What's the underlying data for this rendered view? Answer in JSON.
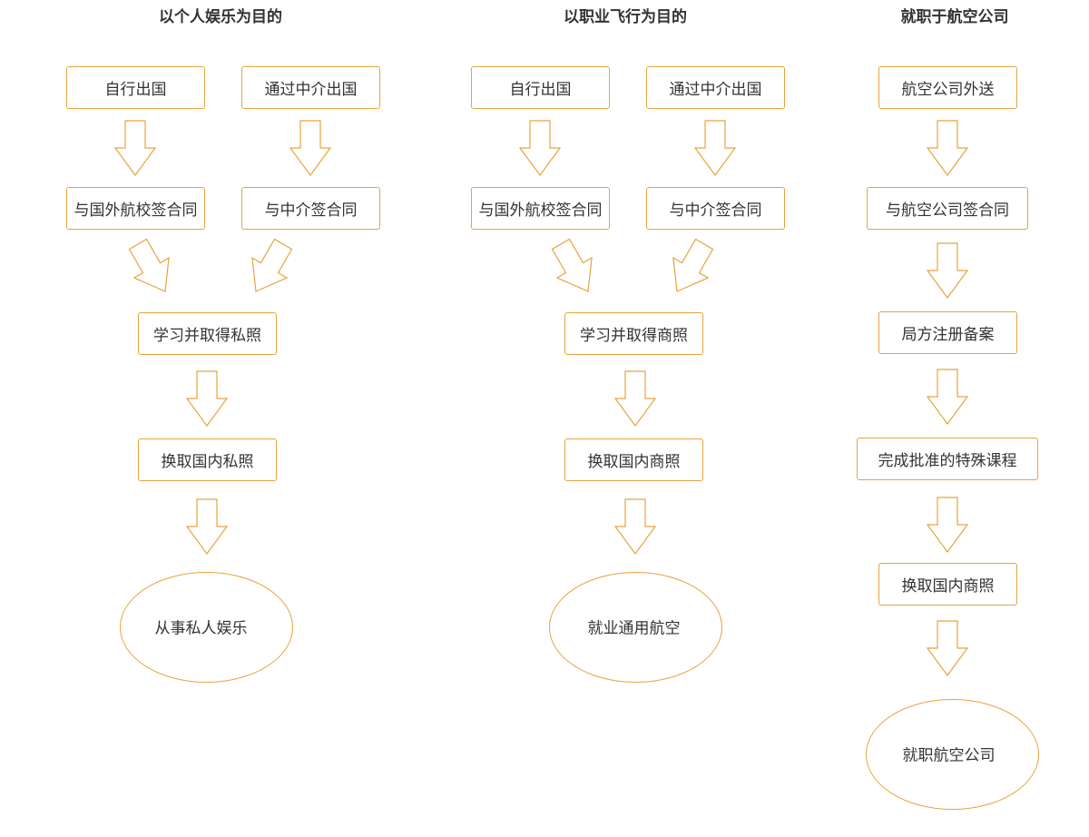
{
  "colors": {
    "stroke": "#E8A33D",
    "text": "#333333",
    "background": "#ffffff"
  },
  "columns": [
    {
      "heading": "以个人娱乐为目的"
    },
    {
      "heading": "以职业飞行为目的"
    },
    {
      "heading": "就职于航空公司"
    }
  ],
  "nodes": {
    "c1_self_abroad": "自行出国",
    "c1_agency_abroad": "通过中介出国",
    "c1_school_contract": "与国外航校签合同",
    "c1_agency_contract": "与中介签合同",
    "c1_study_ppl": "学习并取得私照",
    "c1_convert_ppl": "换取国内私照",
    "c1_end": "从事私人娱乐",
    "c2_self_abroad": "自行出国",
    "c2_agency_abroad": "通过中介出国",
    "c2_school_contract": "与国外航校签合同",
    "c2_agency_contract": "与中介签合同",
    "c2_study_cpl": "学习并取得商照",
    "c2_convert_cpl": "换取国内商照",
    "c2_end": "就业通用航空",
    "c3_airline_send": "航空公司外送",
    "c3_airline_contract": "与航空公司签合同",
    "c3_register": "局方注册备案",
    "c3_course": "完成批准的特殊课程",
    "c3_convert_cpl": "换取国内商照",
    "c3_end": "就职航空公司"
  }
}
